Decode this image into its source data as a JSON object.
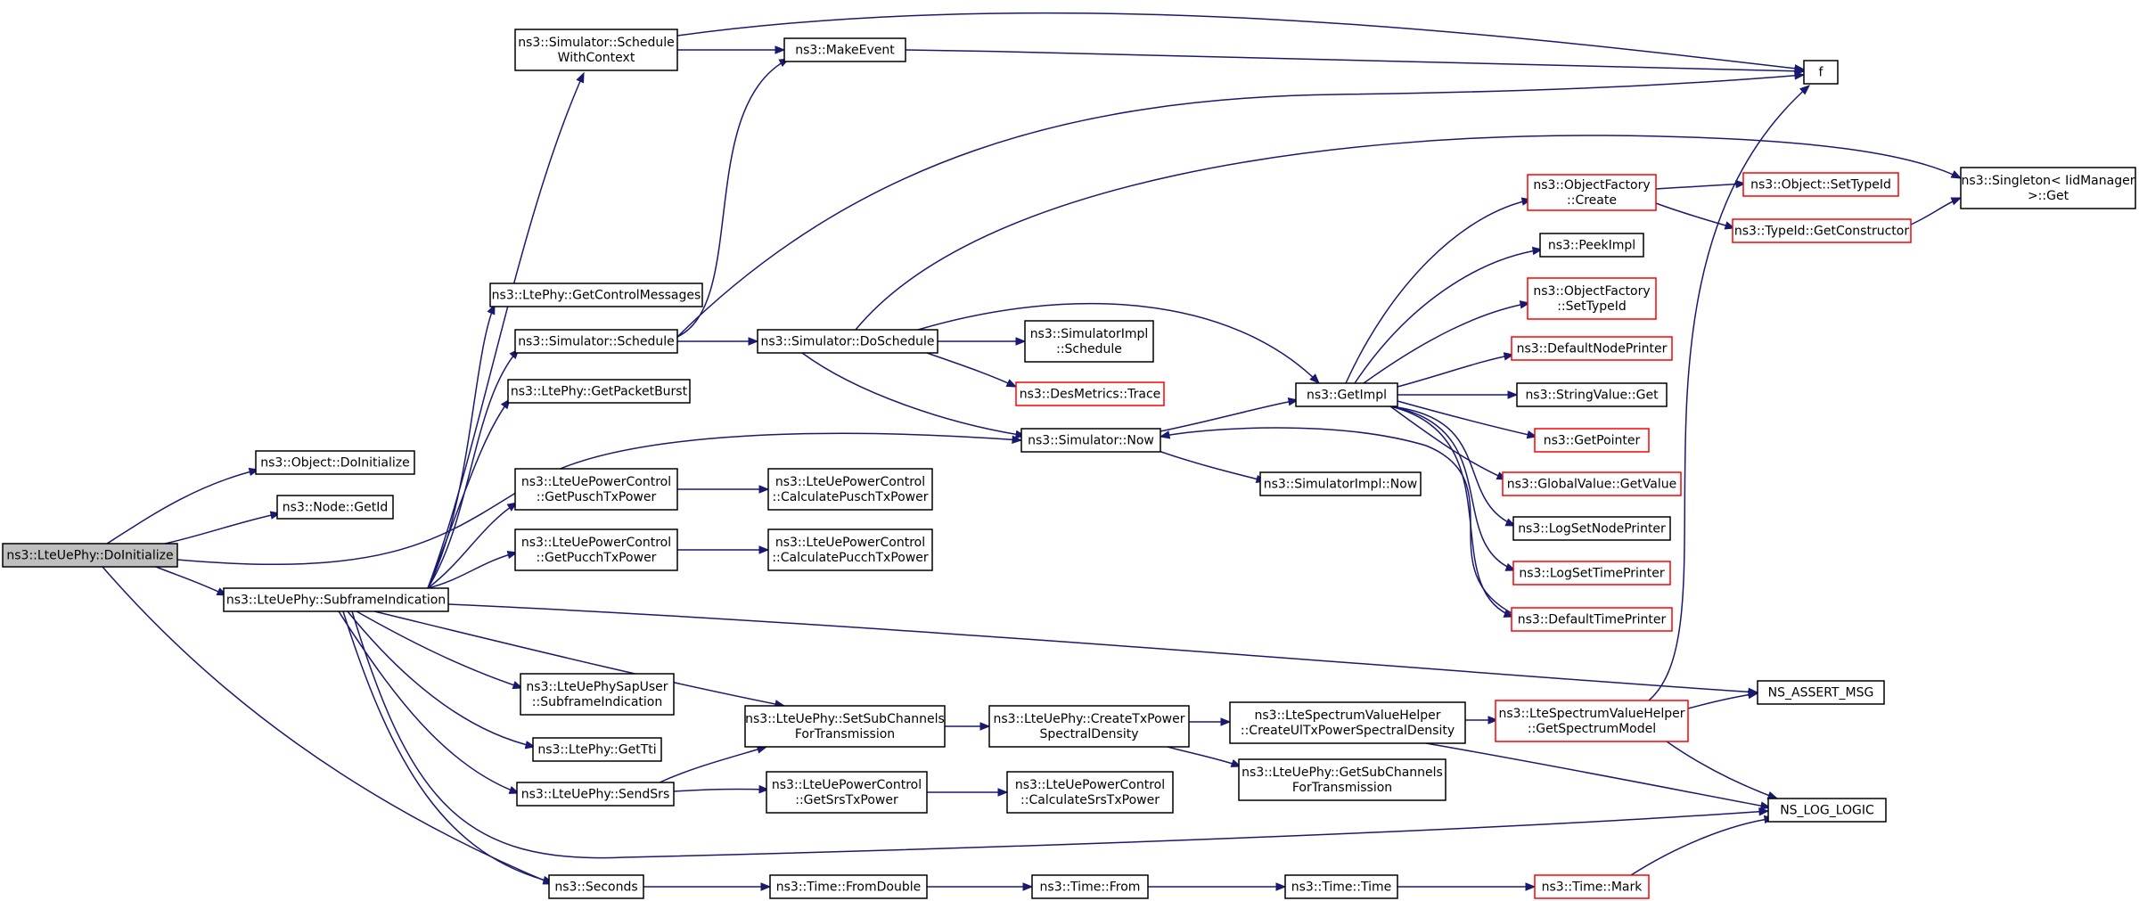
{
  "diagram": {
    "type": "call-graph",
    "colors": {
      "edge": "#191970",
      "box_border_normal": "#000000",
      "box_border_truncated": "#ff0000",
      "root_fill": "#bfbfbf",
      "box_fill": "#ffffff"
    },
    "nodes": [
      {
        "id": "root",
        "lines": [
          "ns3::LteUePhy::DoInitialize"
        ],
        "style": "root"
      },
      {
        "id": "objinit",
        "lines": [
          "ns3::Object::DoInitialize"
        ],
        "style": "normal"
      },
      {
        "id": "nodegetid",
        "lines": [
          "ns3::Node::GetId"
        ],
        "style": "normal"
      },
      {
        "id": "subframe",
        "lines": [
          "ns3::LteUePhy::SubframeIndication"
        ],
        "style": "normal"
      },
      {
        "id": "schedctx",
        "lines": [
          "ns3::Simulator::Schedule",
          "WithContext"
        ],
        "style": "normal"
      },
      {
        "id": "makeevent",
        "lines": [
          "ns3::MakeEvent"
        ],
        "style": "normal"
      },
      {
        "id": "f",
        "lines": [
          "f"
        ],
        "style": "normal"
      },
      {
        "id": "getctrl",
        "lines": [
          "ns3::LtePhy::GetControlMessages"
        ],
        "style": "normal"
      },
      {
        "id": "schedule",
        "lines": [
          "ns3::Simulator::Schedule"
        ],
        "style": "normal"
      },
      {
        "id": "doschedule",
        "lines": [
          "ns3::Simulator::DoSchedule"
        ],
        "style": "normal"
      },
      {
        "id": "implsched",
        "lines": [
          "ns3::SimulatorImpl",
          "::Schedule"
        ],
        "style": "normal"
      },
      {
        "id": "desmetrics",
        "lines": [
          "ns3::DesMetrics::Trace"
        ],
        "style": "truncated"
      },
      {
        "id": "getpacket",
        "lines": [
          "ns3::LtePhy::GetPacketBurst"
        ],
        "style": "normal"
      },
      {
        "id": "now",
        "lines": [
          "ns3::Simulator::Now"
        ],
        "style": "normal"
      },
      {
        "id": "getimpl",
        "lines": [
          "ns3::GetImpl"
        ],
        "style": "normal"
      },
      {
        "id": "implnow",
        "lines": [
          "ns3::SimulatorImpl::Now"
        ],
        "style": "normal"
      },
      {
        "id": "ofcreate",
        "lines": [
          "ns3::ObjectFactory",
          "::Create"
        ],
        "style": "truncated"
      },
      {
        "id": "peekimpl",
        "lines": [
          "ns3::PeekImpl"
        ],
        "style": "normal"
      },
      {
        "id": "ofsettype",
        "lines": [
          "ns3::ObjectFactory",
          "::SetTypeId"
        ],
        "style": "truncated"
      },
      {
        "id": "defnodeprinter",
        "lines": [
          "ns3::DefaultNodePrinter"
        ],
        "style": "truncated"
      },
      {
        "id": "strget",
        "lines": [
          "ns3::StringValue::Get"
        ],
        "style": "normal"
      },
      {
        "id": "getpointer",
        "lines": [
          "ns3::GetPointer"
        ],
        "style": "truncated"
      },
      {
        "id": "gvgetvalue",
        "lines": [
          "ns3::GlobalValue::GetValue"
        ],
        "style": "truncated"
      },
      {
        "id": "logsetnode",
        "lines": [
          "ns3::LogSetNodePrinter"
        ],
        "style": "normal"
      },
      {
        "id": "logsettime",
        "lines": [
          "ns3::LogSetTimePrinter"
        ],
        "style": "truncated"
      },
      {
        "id": "deftimeprinter",
        "lines": [
          "ns3::DefaultTimePrinter"
        ],
        "style": "truncated"
      },
      {
        "id": "objsettype",
        "lines": [
          "ns3::Object::SetTypeId"
        ],
        "style": "truncated"
      },
      {
        "id": "getctor",
        "lines": [
          "ns3::TypeId::GetConstructor"
        ],
        "style": "truncated"
      },
      {
        "id": "singleton",
        "lines": [
          "ns3::Singleton< IidManager",
          " >::Get"
        ],
        "style": "normal"
      },
      {
        "id": "getpusch",
        "lines": [
          "ns3::LteUePowerControl",
          "::GetPuschTxPower"
        ],
        "style": "normal"
      },
      {
        "id": "calcpusch",
        "lines": [
          "ns3::LteUePowerControl",
          "::CalculatePuschTxPower"
        ],
        "style": "normal"
      },
      {
        "id": "getpucch",
        "lines": [
          "ns3::LteUePowerControl",
          "::GetPucchTxPower"
        ],
        "style": "normal"
      },
      {
        "id": "calcpucch",
        "lines": [
          "ns3::LteUePowerControl",
          "::CalculatePucchTxPower"
        ],
        "style": "normal"
      },
      {
        "id": "sapuser",
        "lines": [
          "ns3::LteUePhySapUser",
          "::SubframeIndication"
        ],
        "style": "normal"
      },
      {
        "id": "setsubch",
        "lines": [
          "ns3::LteUePhy::SetSubChannels",
          "ForTransmission"
        ],
        "style": "normal"
      },
      {
        "id": "createtx",
        "lines": [
          "ns3::LteUePhy::CreateTxPower",
          "SpectralDensity"
        ],
        "style": "normal"
      },
      {
        "id": "createul",
        "lines": [
          "ns3::LteSpectrumValueHelper",
          "::CreateUlTxPowerSpectralDensity"
        ],
        "style": "normal"
      },
      {
        "id": "getspectrum",
        "lines": [
          "ns3::LteSpectrumValueHelper",
          "::GetSpectrumModel"
        ],
        "style": "truncated"
      },
      {
        "id": "assertmsg",
        "lines": [
          "NS_ASSERT_MSG"
        ],
        "style": "normal"
      },
      {
        "id": "getsubch",
        "lines": [
          "ns3::LteUePhy::GetSubChannels",
          "ForTransmission"
        ],
        "style": "normal"
      },
      {
        "id": "gettti",
        "lines": [
          "ns3::LtePhy::GetTti"
        ],
        "style": "normal"
      },
      {
        "id": "sendsrs",
        "lines": [
          "ns3::LteUePhy::SendSrs"
        ],
        "style": "normal"
      },
      {
        "id": "getsrs",
        "lines": [
          "ns3::LteUePowerControl",
          "::GetSrsTxPower"
        ],
        "style": "normal"
      },
      {
        "id": "calcsrs",
        "lines": [
          "ns3::LteUePowerControl",
          "::CalculateSrsTxPower"
        ],
        "style": "normal"
      },
      {
        "id": "loglogic",
        "lines": [
          "NS_LOG_LOGIC"
        ],
        "style": "normal"
      },
      {
        "id": "seconds",
        "lines": [
          "ns3::Seconds"
        ],
        "style": "normal"
      },
      {
        "id": "fromdouble",
        "lines": [
          "ns3::Time::FromDouble"
        ],
        "style": "normal"
      },
      {
        "id": "timefrom",
        "lines": [
          "ns3::Time::From"
        ],
        "style": "normal"
      },
      {
        "id": "timetime",
        "lines": [
          "ns3::Time::Time"
        ],
        "style": "normal"
      },
      {
        "id": "timemark",
        "lines": [
          "ns3::Time::Mark"
        ],
        "style": "truncated"
      }
    ]
  }
}
